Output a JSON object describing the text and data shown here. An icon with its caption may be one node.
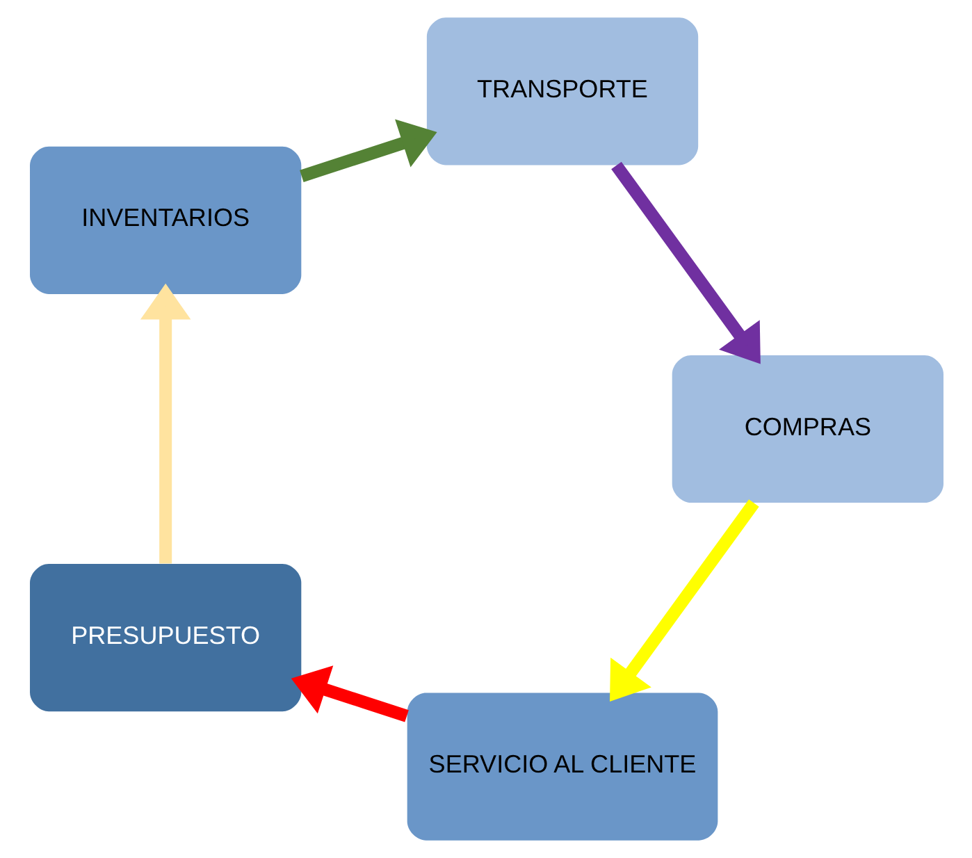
{
  "diagram": {
    "nodes": [
      {
        "text": [
          "SERVICIO AL CLIENTE"
        ]
      },
      {
        "text": [
          "PRESUPUESTO"
        ]
      },
      {
        "text": [
          "COMPRAS"
        ]
      },
      {
        "text": [
          "INVENTARIOS"
        ]
      },
      {
        "text": [
          "TRANSPORTE"
        ]
      }
    ],
    "edges": [
      {
        "from": 0,
        "to": 1,
        "arrow": "to",
        "color": "#ff0000"
      },
      {
        "from": 1,
        "to": 3,
        "arrow": "to",
        "color": "#ffe39f"
      },
      {
        "from": 3,
        "to": 4,
        "arrow": "to",
        "color": "#548235"
      },
      {
        "from": 4,
        "to": 2,
        "arrow": "to",
        "color": "#7030a0"
      },
      {
        "from": 2,
        "to": 0,
        "arrow": "to",
        "color": "#ffff00"
      }
    ]
  }
}
